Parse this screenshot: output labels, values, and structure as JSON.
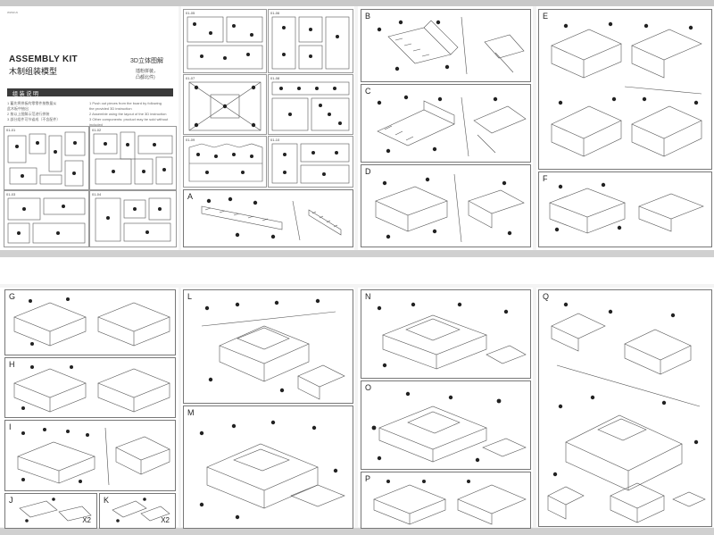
{
  "header": {
    "small_label": "www.a",
    "title_en": "ASSEMBLY KIT",
    "title_cn": "木制组装模型",
    "subtitle_cn": "3D立体图解",
    "note_cn": "插粉拼装，\n凸都北件)",
    "tab_label": "组 装 说 明",
    "steps_left": [
      "1 蓄先将拼板的零零件按数量从",
      "  此木板中抽出",
      "2 按以上图解示范进行拼装",
      "3 部分组件可节省成（不含配件）"
    ],
    "steps_right": [
      "1 Push out pieces from the board by following",
      "  the provided 3D instruction",
      "2 Assemble using the layout of the 3D instruction",
      "3 Other components: product may be sold without included"
    ]
  },
  "sheets": [
    {
      "part_labels": [
        "01-01",
        "01-02",
        "01-03",
        "01-04",
        "01-05",
        "01-06",
        "01-07",
        "01-08",
        "01-09",
        "01-10"
      ]
    }
  ],
  "panels": {
    "A": "A",
    "B": "B",
    "C": "C",
    "D": "D",
    "E": "E",
    "F": "F",
    "G": "G",
    "H": "H",
    "I": "I",
    "J": "J",
    "K": "K",
    "L": "L",
    "M": "M",
    "N": "N",
    "O": "O",
    "P": "P",
    "Q": "Q"
  },
  "multipliers": {
    "J": "X2",
    "K": "X2"
  },
  "colors": {
    "background": "#f4f4f4",
    "panel_border": "#777777",
    "ink": "#333333",
    "dot": "#222222",
    "tab": "#3a3a3a"
  }
}
